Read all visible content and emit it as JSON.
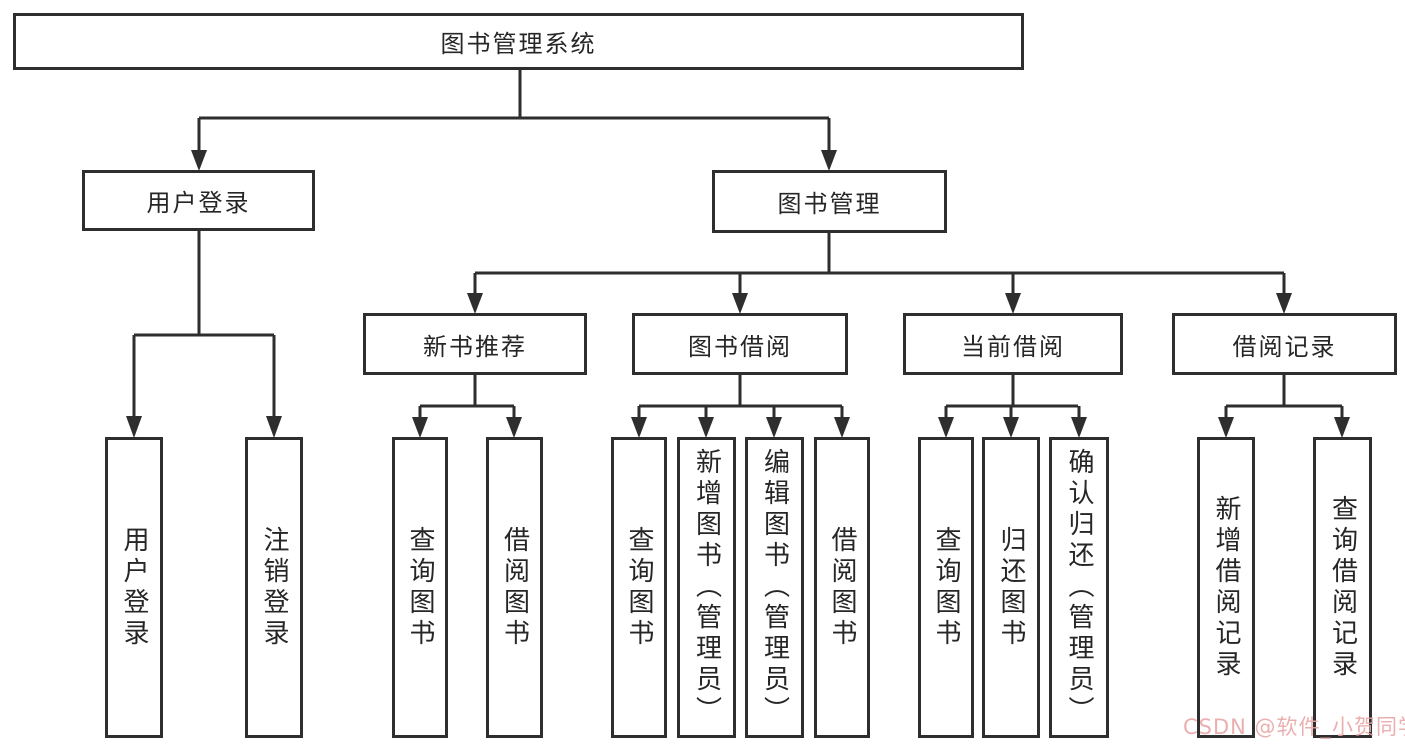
{
  "diagram": {
    "root": {
      "label": "图书管理系统"
    },
    "level2": {
      "user_login": {
        "label": "用户登录"
      },
      "book_management": {
        "label": "图书管理"
      }
    },
    "level3": {
      "new_book_recommend": {
        "label": "新书推荐"
      },
      "book_borrow": {
        "label": "图书借阅"
      },
      "current_borrow": {
        "label": "当前借阅"
      },
      "borrow_records": {
        "label": "借阅记录"
      }
    },
    "level4": {
      "user_login": [
        "用户登录",
        "注销登录"
      ],
      "new_book_recommend": [
        "查询图书",
        "借阅图书"
      ],
      "book_borrow": [
        "查询图书",
        "新增图书（管理员）",
        "编辑图书（管理员）",
        "借阅图书"
      ],
      "current_borrow": [
        "查询图书",
        "归还图书",
        "确认归还（管理员）"
      ],
      "borrow_records": [
        "新增借阅记录",
        "查询借阅记录"
      ]
    }
  },
  "watermark": {
    "text": "CSDN @软件_小贺同学"
  },
  "colors": {
    "line": "#2e2e2e",
    "text": "#262626",
    "background": "#ffffff",
    "watermark": "#e8a7a7"
  }
}
